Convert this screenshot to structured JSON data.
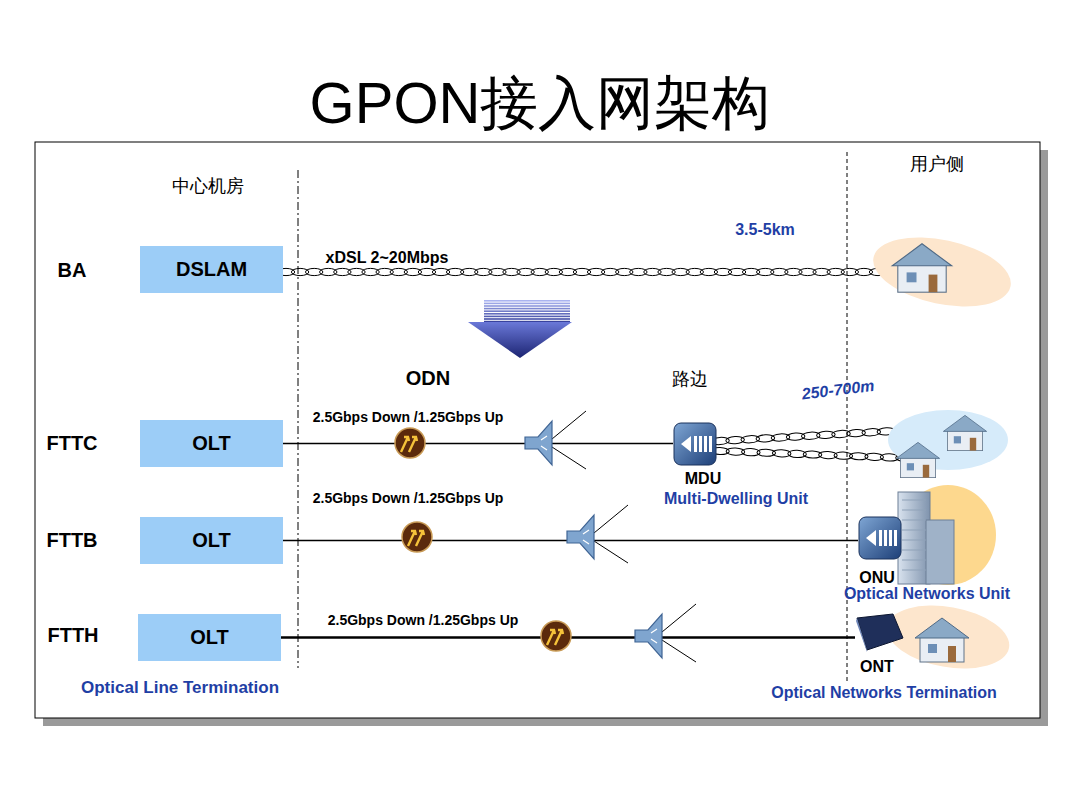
{
  "diagram": {
    "title": "GPON接入网架构",
    "nodes": [
      {
        "text": [
          "DSLAM"
        ]
      },
      {
        "text": [
          "OLT"
        ]
      },
      {
        "text": [
          "MDU",
          "Multi-Dwelling Unit"
        ]
      },
      {
        "text": [
          "OLT"
        ]
      },
      {
        "text": [
          "ONU",
          "Optical Networks Unit"
        ]
      },
      {
        "text": [
          "OLT"
        ]
      },
      {
        "text": [
          "ONT",
          "Optical Networks Termination"
        ]
      }
    ],
    "edges": [
      {
        "from": 1,
        "to": 2,
        "arrow": "none",
        "label": "2.5Gbps Down /1.25Gbps Up"
      },
      {
        "from": 3,
        "to": 4,
        "arrow": "none",
        "label": "2.5Gbps Down /1.25Gbps Up"
      },
      {
        "from": 5,
        "to": 6,
        "arrow": "none",
        "label": "2.5Gbps Down /1.25Gbps Up"
      }
    ],
    "labels": [
      "中心机房",
      "用户侧",
      "BA",
      "3.5-5km",
      "xDSL 2~20Mbps",
      "ODN",
      "路边",
      "250-700m",
      "FTTC",
      "FTTB",
      "FTTH",
      "Optical Line Termination"
    ]
  }
}
